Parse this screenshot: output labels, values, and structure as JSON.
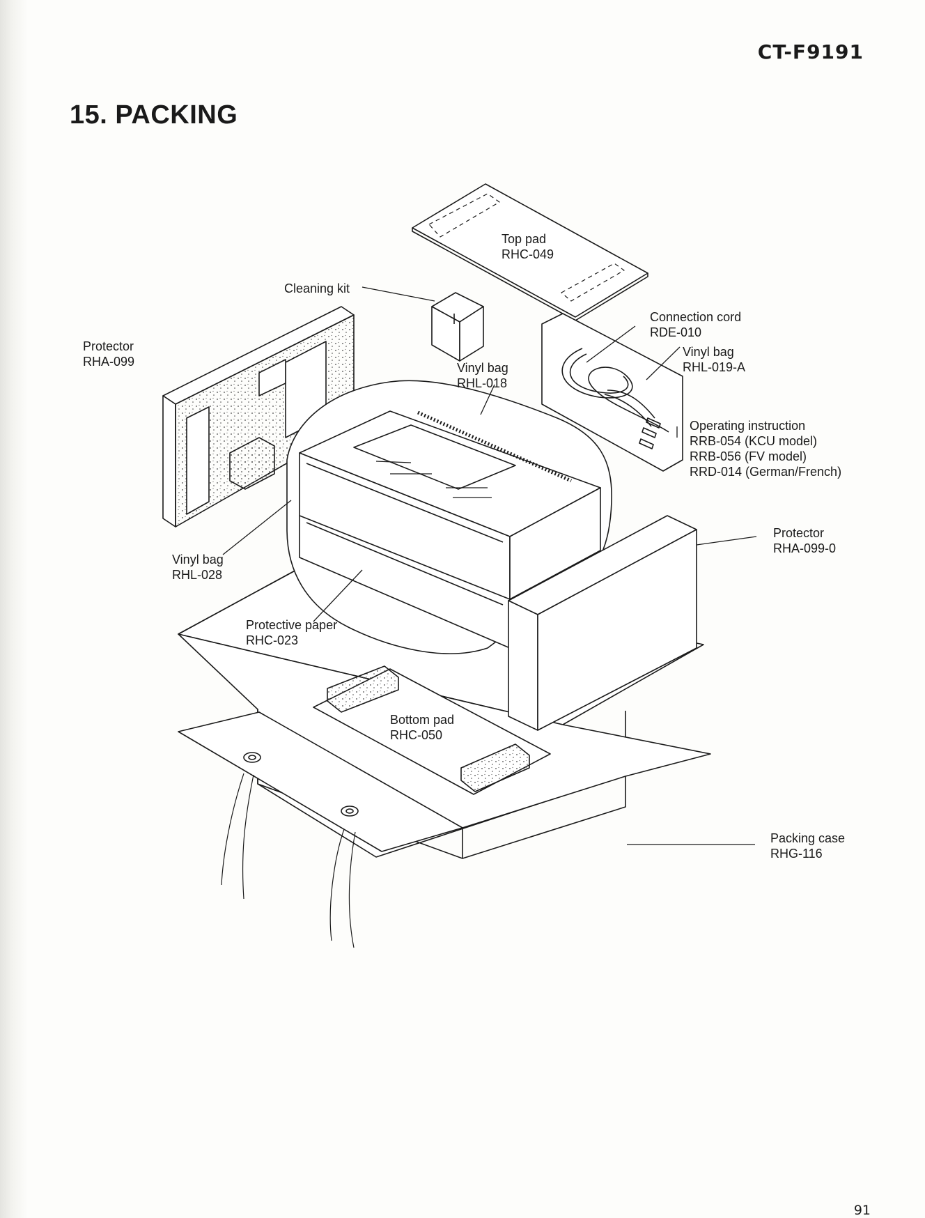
{
  "header": {
    "model": "CT-F9191",
    "title": "15. PACKING"
  },
  "labels": {
    "top_pad": {
      "name": "Top pad",
      "code": "RHC-049"
    },
    "cleaning_kit": {
      "name": "Cleaning kit"
    },
    "connection_cord": {
      "name": "Connection cord",
      "code": "RDE-010"
    },
    "vinyl_bag_cord": {
      "name": "Vinyl bag",
      "code": "RHL-019-A"
    },
    "vinyl_bag_unit": {
      "name": "Vinyl bag",
      "code": "RHL-018"
    },
    "protector_left": {
      "name": "Protector",
      "code": "RHA-099"
    },
    "operating_instruction": {
      "name": "Operating instruction",
      "lines": [
        "RRB-054 (KCU model)",
        "RRB-056 (FV model)",
        "RRD-014 (German/French)"
      ]
    },
    "protector_right": {
      "name": "Protector",
      "code": "RHA-099-0"
    },
    "vinyl_bag_outer": {
      "name": "Vinyl bag",
      "code": "RHL-028"
    },
    "protective_paper": {
      "name": "Protective paper",
      "code": "RHC-023"
    },
    "bottom_pad": {
      "name": "Bottom pad",
      "code": "RHC-050"
    },
    "packing_case": {
      "name": "Packing case",
      "code": "RHG-116"
    }
  },
  "footer": {
    "page_number": "91"
  }
}
